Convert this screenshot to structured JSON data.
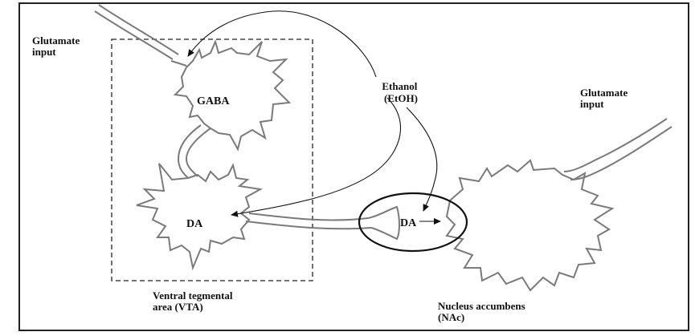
{
  "labels": {
    "glutamate_input_left": [
      "Glutamate",
      "input"
    ],
    "glutamate_input_right": [
      "Glutamate",
      "input"
    ],
    "gaba": "GABA",
    "da_vta": "DA",
    "da_nac": "DA",
    "ethanol": [
      "Ethanol",
      "(EtOH)"
    ],
    "vta": [
      "Ventral tegmental",
      "area (VTA)"
    ],
    "nac": [
      "Nucleus accumbens",
      "(NAc)"
    ]
  },
  "colors": {
    "neuron_outline": "#7a7a7a",
    "frame": "#222222",
    "arrow": "#111111",
    "text": "#111111"
  }
}
